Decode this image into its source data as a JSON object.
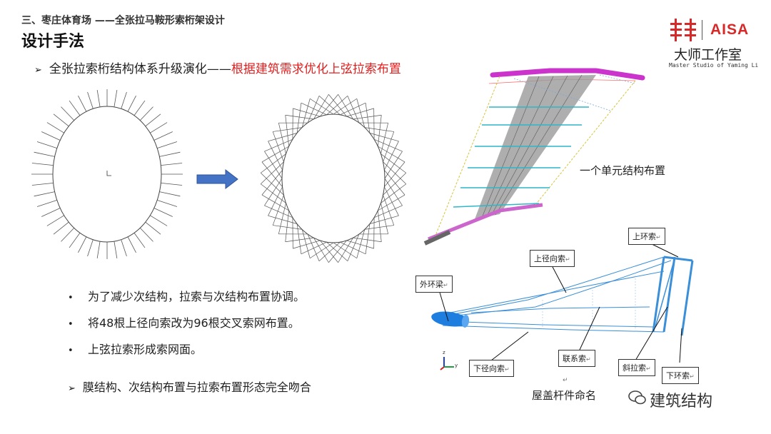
{
  "header": {
    "subtitle": "三、枣庄体育场 ——全张拉马鞍形索桁架设计",
    "title": "设计手法"
  },
  "headline": {
    "bullet": "➢",
    "text_black": "全张拉索桁结构体系升级演化——",
    "text_red": "根据建筑需求优化上弦拉索布置",
    "red_color": "#e02020"
  },
  "logo": {
    "brand": "AISA",
    "studio_cn": "大师工作室",
    "studio_en": "Master Studio of Yaming Li",
    "brand_color": "#d62a2a"
  },
  "bullets": [
    "为了减少次结构，拉索与次结构布置协调。",
    "将48根上径向索改为96根交叉索网布置。",
    "上弦拉索形成索网面。"
  ],
  "bullet_symbol": "•",
  "conclusion": {
    "bullet": "➢",
    "text": "膜结构、次结构布置与拉索布置形态完全吻合"
  },
  "unit_caption": "一个单元结构布置",
  "roof_caption": "屋盖杆件命名",
  "return_mark": "↵",
  "member_labels": {
    "outer_ring_beam": "外环梁",
    "upper_radial_cable": "上径向索",
    "upper_ring_cable": "上环索",
    "lower_radial_cable": "下径向索",
    "tie_cable": "联系索",
    "diagonal_cable": "斜拉索",
    "lower_ring_cable": "下环索"
  },
  "axis_labels": {
    "z": "z",
    "y": "y"
  },
  "watermark": "建筑结构",
  "colors": {
    "cable_blue": "#3a8fd8",
    "beam_magenta": "#cc33cc",
    "arrow_blue": "#4472c4"
  }
}
